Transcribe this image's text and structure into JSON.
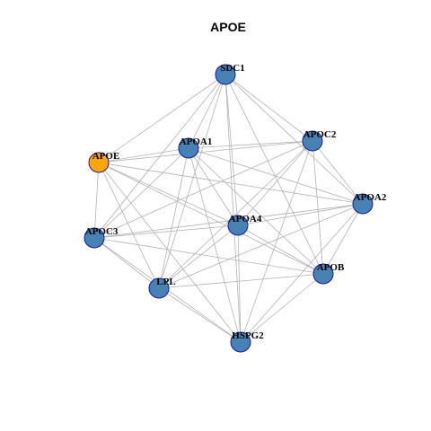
{
  "title": "APOE",
  "colors": {
    "focus_node": "#ffa500",
    "node": "#4682b4",
    "node_border": "#1a1aa0",
    "edge": "#b3b3b3"
  },
  "nodes": [
    {
      "id": "SDC1",
      "label": "SDC1",
      "focus": false
    },
    {
      "id": "APOC2",
      "label": "APOC2",
      "focus": false
    },
    {
      "id": "APOA1",
      "label": "APOA1",
      "focus": false
    },
    {
      "id": "APOE",
      "label": "APOE",
      "focus": true
    },
    {
      "id": "APOA2",
      "label": "APOA2",
      "focus": false
    },
    {
      "id": "APOA4",
      "label": "APOA4",
      "focus": false
    },
    {
      "id": "APOC3",
      "label": "APOC3",
      "focus": false
    },
    {
      "id": "APOB",
      "label": "APOB",
      "focus": false
    },
    {
      "id": "LPL",
      "label": "LPL",
      "focus": false
    },
    {
      "id": "HSPG2",
      "label": "HSPG2",
      "focus": false
    }
  ],
  "edges": [
    [
      "SDC1",
      "APOE"
    ],
    [
      "SDC1",
      "APOA1"
    ],
    [
      "SDC1",
      "APOC2"
    ],
    [
      "SDC1",
      "APOA2"
    ],
    [
      "SDC1",
      "APOA4"
    ],
    [
      "SDC1",
      "APOC3"
    ],
    [
      "SDC1",
      "LPL"
    ],
    [
      "SDC1",
      "APOB"
    ],
    [
      "SDC1",
      "HSPG2"
    ],
    [
      "APOE",
      "APOA1"
    ],
    [
      "APOE",
      "APOC2"
    ],
    [
      "APOE",
      "APOA4"
    ],
    [
      "APOE",
      "APOB"
    ],
    [
      "APOE",
      "LPL"
    ],
    [
      "APOE",
      "HSPG2"
    ],
    [
      "APOE",
      "APOC3"
    ],
    [
      "APOE",
      "APOA2"
    ],
    [
      "APOA1",
      "APOC2"
    ],
    [
      "APOA1",
      "APOA2"
    ],
    [
      "APOA1",
      "APOA4"
    ],
    [
      "APOA1",
      "APOC3"
    ],
    [
      "APOA1",
      "LPL"
    ],
    [
      "APOA1",
      "APOB"
    ],
    [
      "APOA1",
      "HSPG2"
    ],
    [
      "APOC2",
      "APOA2"
    ],
    [
      "APOC2",
      "APOA4"
    ],
    [
      "APOC2",
      "APOC3"
    ],
    [
      "APOC2",
      "LPL"
    ],
    [
      "APOC2",
      "APOB"
    ],
    [
      "APOC2",
      "HSPG2"
    ],
    [
      "APOA2",
      "APOA4"
    ],
    [
      "APOA2",
      "APOC3"
    ],
    [
      "APOA2",
      "LPL"
    ],
    [
      "APOA2",
      "APOB"
    ],
    [
      "APOA2",
      "HSPG2"
    ],
    [
      "APOA4",
      "APOC3"
    ],
    [
      "APOA4",
      "LPL"
    ],
    [
      "APOA4",
      "APOB"
    ],
    [
      "APOA4",
      "HSPG2"
    ],
    [
      "APOC3",
      "LPL"
    ],
    [
      "APOC3",
      "APOB"
    ],
    [
      "APOC3",
      "HSPG2"
    ],
    [
      "LPL",
      "APOB"
    ],
    [
      "LPL",
      "HSPG2"
    ],
    [
      "APOB",
      "HSPG2"
    ]
  ]
}
